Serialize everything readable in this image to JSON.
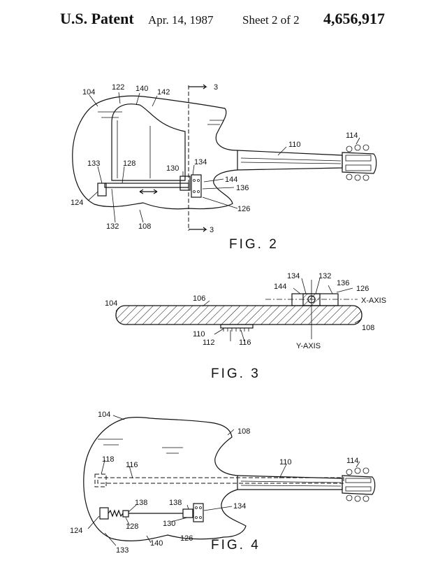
{
  "header": {
    "patent_label": "U.S. Patent",
    "date": "Apr. 14, 1987",
    "sheet": "Sheet 2 of 2",
    "patent_number": "4,656,917"
  },
  "fig2": {
    "caption": "FIG. 2",
    "section_marks": [
      "3",
      "3"
    ],
    "labels": {
      "l104": "104",
      "l122": "122",
      "l140": "140",
      "l142": "142",
      "l110": "110",
      "l114": "114",
      "l133": "133",
      "l128": "128",
      "l130": "130",
      "l134": "134",
      "l144": "144",
      "l136": "136",
      "l124": "124",
      "l132": "132",
      "l108": "108",
      "l126": "126"
    }
  },
  "fig3": {
    "caption": "FIG. 3",
    "labels": {
      "l134": "134",
      "l132": "132",
      "l144": "144",
      "l136": "136",
      "l126": "126",
      "l104": "104",
      "l106": "106",
      "x_axis": "X-AXIS",
      "l110": "110",
      "l112": "112",
      "l116": "116",
      "l108": "108",
      "y_axis": "Y-AXIS"
    }
  },
  "fig4": {
    "caption": "FIG. 4",
    "labels": {
      "l104": "104",
      "l108": "108",
      "l118": "118",
      "l116": "116",
      "l110": "110",
      "l114": "114",
      "l138a": "138",
      "l138b": "138",
      "l134": "134",
      "l124": "124",
      "l128": "128",
      "l130": "130",
      "l126": "126",
      "l133": "133",
      "l140": "140"
    }
  }
}
